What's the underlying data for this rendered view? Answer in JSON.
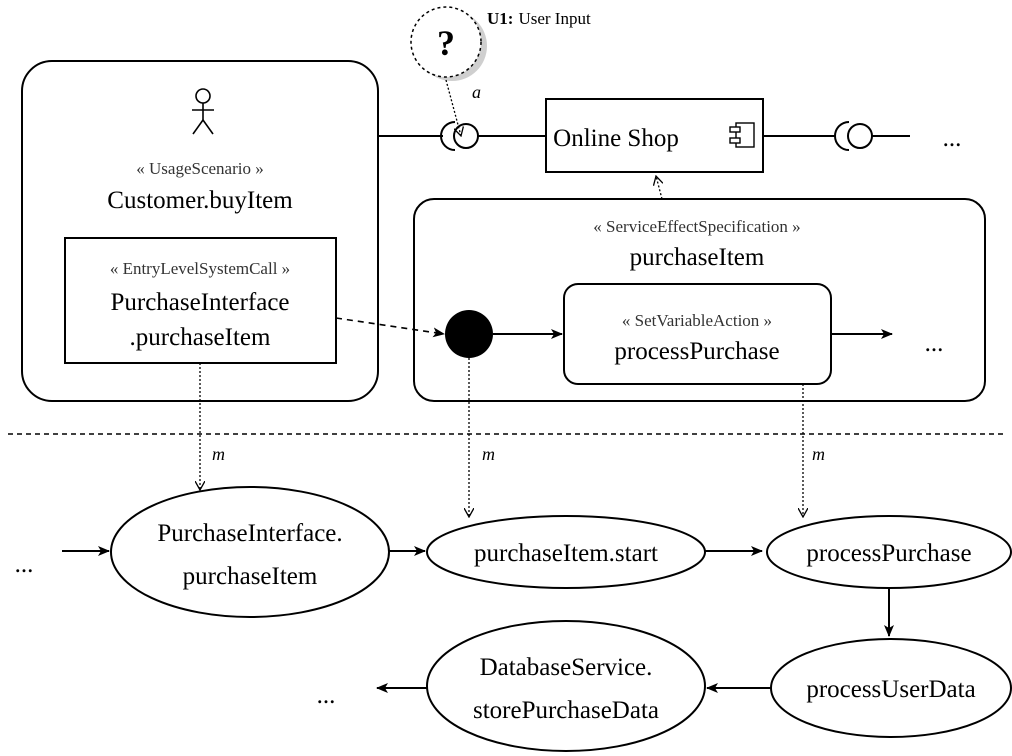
{
  "uncertainty": {
    "icon": "question-icon",
    "symbol": "?",
    "id": "U1:",
    "label": "User Input",
    "arrow_label": "a"
  },
  "usage_scenario": {
    "stereotype": "« UsageScenario »",
    "name": "Customer.buyItem",
    "actor_icon": "actor-icon"
  },
  "entry_call": {
    "stereotype": "« EntryLevelSystemCall »",
    "name_line1": "PurchaseInterface",
    "name_line2": ".purchaseItem"
  },
  "component": {
    "name": "Online Shop",
    "icon": "component-icon",
    "continuation": "..."
  },
  "seff": {
    "stereotype": "« ServiceEffectSpecification »",
    "name": "purchaseItem"
  },
  "action": {
    "stereotype": "« SetVariableAction »",
    "name": "processPurchase",
    "continuation": "..."
  },
  "mapping_label": "m",
  "flow": {
    "lead": "...",
    "tail": "...",
    "nodes": {
      "purchase_interface_line1": "PurchaseInterface.",
      "purchase_interface_line2": "purchaseItem",
      "purchase_item_start": "purchaseItem.start",
      "process_purchase": "processPurchase",
      "process_user_data": "processUserData",
      "database_line1": "DatabaseService.",
      "database_line2": "storePurchaseData"
    }
  }
}
